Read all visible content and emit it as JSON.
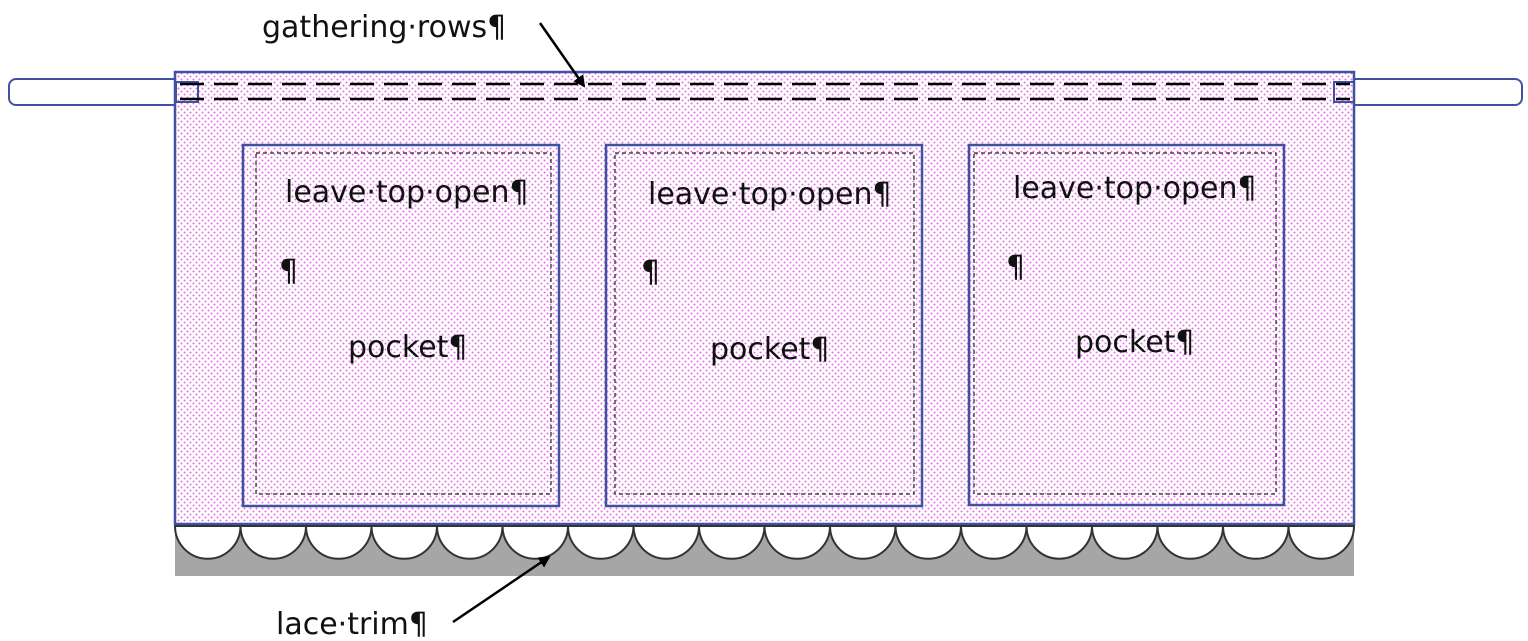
{
  "labels": {
    "gathering": "gathering·rows¶",
    "lace": "lace·trim¶"
  },
  "pockets": [
    {
      "top_label": "leave·top·open¶",
      "pilcrow": "¶",
      "name": "pocket¶"
    },
    {
      "top_label": "leave·top·open¶",
      "pilcrow": "¶",
      "name": "pocket¶"
    },
    {
      "top_label": "leave·top·open¶",
      "pilcrow": "¶",
      "name": "pocket¶"
    }
  ],
  "colors": {
    "outline": "#3F51A0",
    "fabric_dot": "#E070E0",
    "lace_fill": "#A6A6A6",
    "lace_scallop": "#333333",
    "arrow": "#000000"
  },
  "lace_scallop_count": 18
}
